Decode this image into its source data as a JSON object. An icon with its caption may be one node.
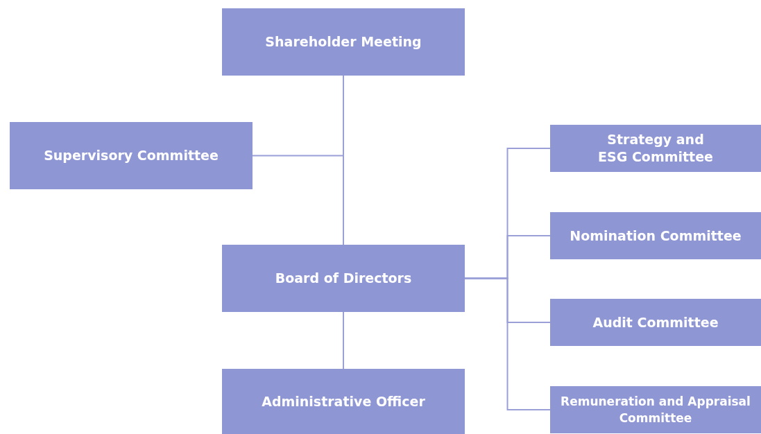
{
  "diagram": {
    "nodes": [
      {
        "text": [
          "Shareholder Meeting"
        ]
      },
      {
        "text": [
          "Supervisory Committee"
        ]
      },
      {
        "text": [
          "Board of Directors"
        ]
      },
      {
        "text": [
          "Administrative Officer"
        ]
      },
      {
        "text": [
          "Strategy and ESG Committee"
        ]
      },
      {
        "text": [
          "Nomination Committee"
        ]
      },
      {
        "text": [
          "Audit Committee"
        ]
      },
      {
        "text": [
          "Remuneration and Appraisal Committee"
        ]
      }
    ],
    "edges": [
      {
        "from": 0,
        "to": 2,
        "arrow": "none"
      },
      {
        "from": 0,
        "to": 1,
        "arrow": "none"
      },
      {
        "from": 2,
        "to": 3,
        "arrow": "none"
      },
      {
        "from": 2,
        "to": 4,
        "arrow": "none"
      },
      {
        "from": 2,
        "to": 5,
        "arrow": "none"
      },
      {
        "from": 2,
        "to": 6,
        "arrow": "none"
      },
      {
        "from": 2,
        "to": 7,
        "arrow": "none"
      }
    ]
  }
}
